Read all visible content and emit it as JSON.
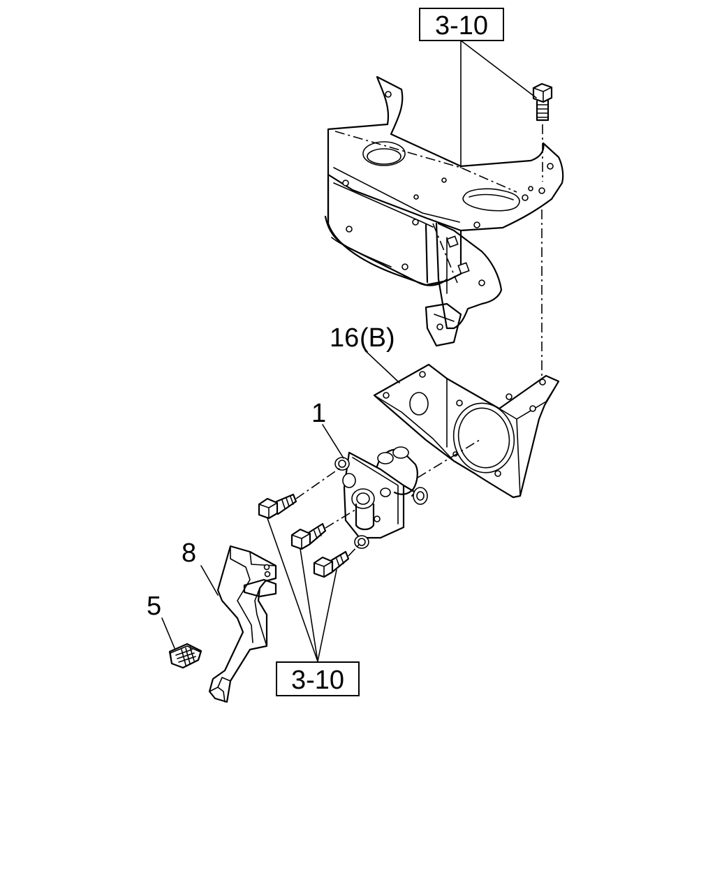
{
  "callouts": {
    "ref_top": "3-10",
    "ref_bottom": "3-10",
    "part_16": "16",
    "part_16_variant": "(B)",
    "part_1": "1",
    "part_8": "8",
    "part_5": "5"
  }
}
